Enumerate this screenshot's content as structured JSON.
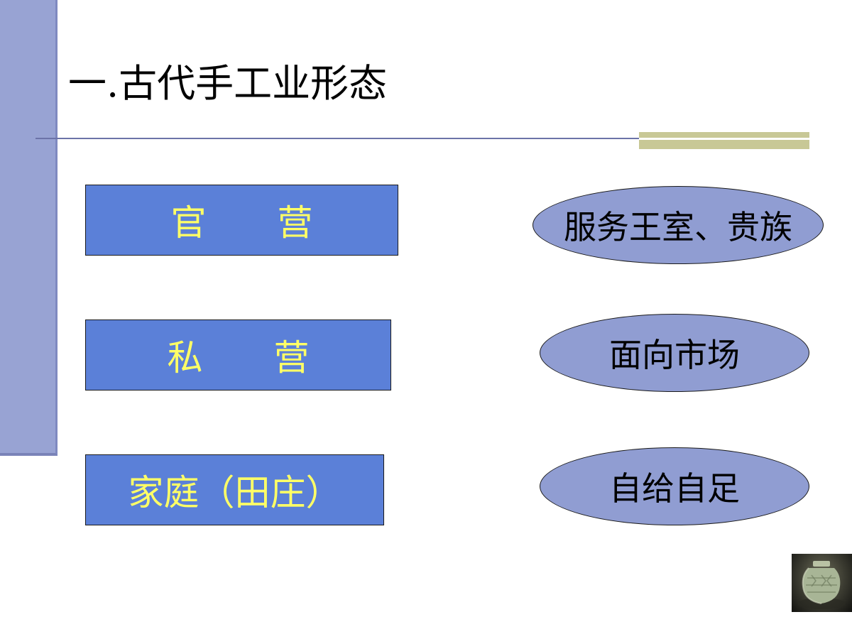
{
  "slide": {
    "title": "一.古代手工业形态",
    "forms": [
      {
        "label": "官　　营",
        "description": "服务王室、贵族"
      },
      {
        "label": "私　　营",
        "description": "面向市场"
      },
      {
        "label": "家庭（田庄）",
        "description": "自给自足"
      }
    ],
    "thumbnail_icon": "celadon-jar-photo",
    "colors": {
      "sidebar": "#98a3d3",
      "box_fill": "#5b80d8",
      "box_text": "#ffff66",
      "oval_fill": "#909dd2",
      "rule": "#6c73a8",
      "accent": "#c8c896"
    }
  }
}
